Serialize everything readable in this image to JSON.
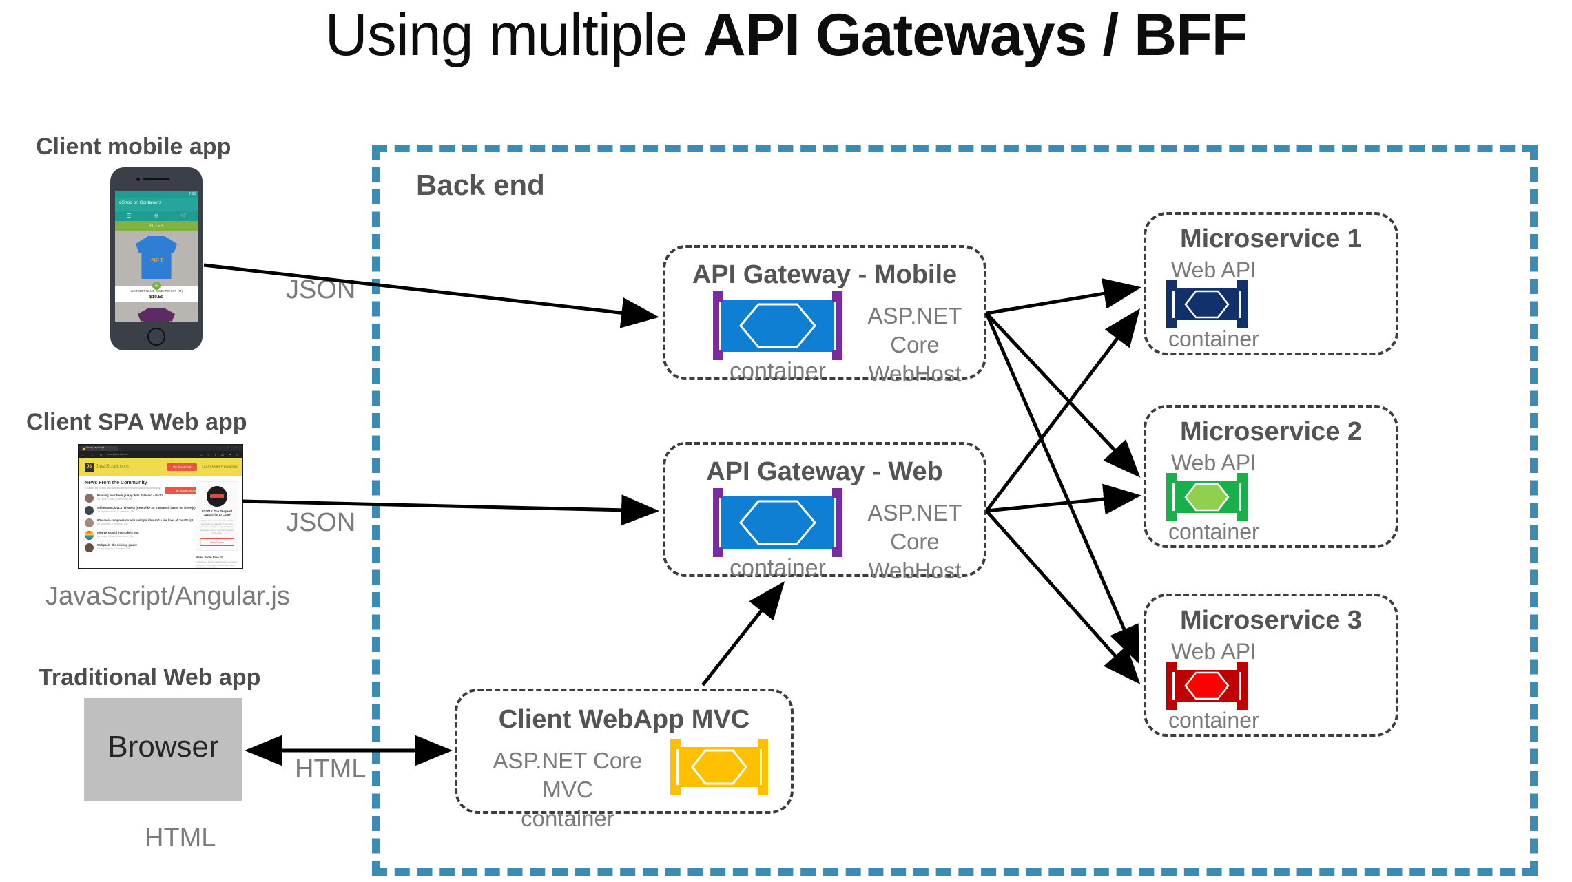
{
  "title": {
    "light": "Using multiple ",
    "bold": "API Gateways / BFF"
  },
  "backend": {
    "label": "Back end"
  },
  "colors": {
    "backend_border": "#3a8cb4",
    "box_border": "#3d3d3d",
    "heading_gray": "#4d4d4d",
    "caption_gray": "#7a7a7a",
    "gateway_container": "#0f7fd4",
    "gateway_bracket": "#7a2ba0",
    "ms1_container": "#10316b",
    "ms1_bracket": "#10316b",
    "ms2_container": "#18b04a",
    "ms2_hex": "#8fd14f",
    "ms2_bracket": "#18b04a",
    "ms3_container": "#c00000",
    "ms3_hex": "#ff0000",
    "ms3_bracket": "#c00000",
    "mvc_container": "#ffc000",
    "mvc_bracket": "#ffc000",
    "browser_fill": "#bfbfbf"
  },
  "clients": [
    {
      "heading": "Client mobile app",
      "protocol": "JSON",
      "sub": ""
    },
    {
      "heading": "Client SPA Web app",
      "protocol": "JSON",
      "sub": "JavaScript/Angular.js"
    },
    {
      "heading": "Traditional Web app",
      "protocol": "HTML",
      "sub": "HTML",
      "box_label": "Browser"
    }
  ],
  "phone": {
    "status_time": "7:53",
    "app_title": "eShop on Containers",
    "tabs": [
      "☰",
      "⛁",
      "Ὥ2"
    ],
    "filter_label": "FILTER",
    "logo_text": ".NET",
    "product_name": ".NET BOT BLUE SWEATSHIRT (M)",
    "product_price": "$19.50",
    "add_icon": "+"
  },
  "spa": {
    "tab_title": "News | JavaScript",
    "window_controls": "– □ ×",
    "nav_controls": "← → ↻",
    "url": "www.javascript.com",
    "toolbar_icons": "□ ☆ ∣ ⎇ ✂ ⌂",
    "brand_logo": "JS",
    "brand": "JavaScript",
    "brand_suffix": ".com",
    "cta": "Try JavaScript",
    "nav_links": "Learn    News    Resources",
    "headline": "News From the Community",
    "subhead": "A curated list of news and stories submitted from the JavaScript community.",
    "submit_btn": "⊕ Submit Story",
    "articles": [
      {
        "title": "Running Your Node.js App With Systemd – Part 2",
        "meta": "via Tierney Coren  |  Comments  |  Site",
        "avatar": "#8d6e63"
      },
      {
        "title": "Whitestorm.js v1.1 released! (React-like 3D framework based on Three.js)",
        "meta": "via Alexander Buzin  |  Comments  |  Site",
        "avatar": "#37474f"
      },
      {
        "title": "50% more compression with a simple idea and a few lines of JavaScript",
        "meta": "via orfhuman  |  Comments  |  Site",
        "avatar": "#a1887f"
      },
      {
        "title": "New version of TestCafe is out!",
        "meta": "via Andrey Churkin  |  Comments  |  Site",
        "avatar": "#e53935"
      },
      {
        "title": "Webpack - the missing guide!",
        "meta": "via Ilya Mogvolv  |  Comments  |  Site",
        "avatar": "#6d4c41"
      }
    ],
    "card_title": "ES2015: The Shape of JavaScript to Come",
    "card_body": "Stay in tune and learn some of the new features of ES2015, the most extensive update to the JavaScript language since it was first released in the '90s.",
    "card_btn": "View Course",
    "side_h2": "News From FiveJS",
    "side_p2": "5 Minutes of JavaScript (FiveJS) is a weekly newsletter curating the latest news in the JavaScript community."
  },
  "gateways": [
    {
      "title": "API Gateway - Mobile",
      "container_label": "container",
      "runtime": [
        "ASP.NET Core",
        "WebHost"
      ]
    },
    {
      "title": "API Gateway - Web",
      "container_label": "container",
      "runtime": [
        "ASP.NET Core",
        "WebHost"
      ]
    }
  ],
  "webapp_mvc": {
    "title": "Client WebApp MVC",
    "runtime": [
      "ASP.NET Core MVC",
      "container"
    ]
  },
  "microservices": [
    {
      "title": "Microservice 1",
      "kind": "Web API",
      "container_label": "container"
    },
    {
      "title": "Microservice 2",
      "kind": "Web API",
      "container_label": "container"
    },
    {
      "title": "Microservice 3",
      "kind": "Web API",
      "container_label": "container"
    }
  ]
}
